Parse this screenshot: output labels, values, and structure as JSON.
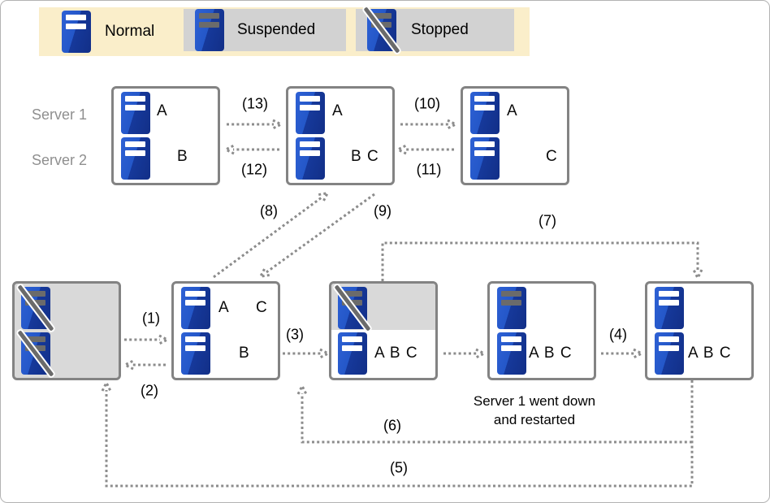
{
  "legend": {
    "items": [
      {
        "name": "normal",
        "label": "Normal"
      },
      {
        "name": "suspended",
        "label": "Suspended"
      },
      {
        "name": "stopped",
        "label": "Stopped"
      }
    ]
  },
  "row_labels": {
    "server1": "Server 1",
    "server2": "Server 2"
  },
  "boxes": {
    "top1": {
      "row1": "A",
      "row2": "B"
    },
    "top2": {
      "row1": "A",
      "row2": "B C"
    },
    "top3": {
      "row1": "A",
      "row2": "C"
    },
    "bottom1": {
      "row1a": "A",
      "row1b": "C",
      "row2": "B"
    },
    "bottom2": {
      "row2": "A B C"
    },
    "bottom3": {
      "row2": "A B C"
    },
    "bottom4": {
      "row2": "A B C"
    }
  },
  "arrows": {
    "a1": "(1)",
    "a2": "(2)",
    "a3": "(3)",
    "a4": "(4)",
    "a5": "(5)",
    "a6": "(6)",
    "a7": "(7)",
    "a8": "(8)",
    "a9": "(9)",
    "a10": "(10)",
    "a11": "(11)",
    "a12": "(12)",
    "a13": "(13)"
  },
  "note": {
    "line1": "Server 1 went down",
    "line2": "and restarted"
  },
  "colors": {
    "server_blue_light": "#2e61d5",
    "server_blue_dark": "#16399b",
    "bar_white": "#ffffff",
    "bar_gray": "#6b6b6b",
    "slash_orange": "#ff6a00",
    "legend_bg": "#faeeca",
    "chip_gray": "#d2d2d2",
    "offline_gray": "#d9d9d9",
    "box_border": "#838383",
    "arrow_gray": "#8c8c8c",
    "row_label_gray": "#8f8f8f"
  }
}
